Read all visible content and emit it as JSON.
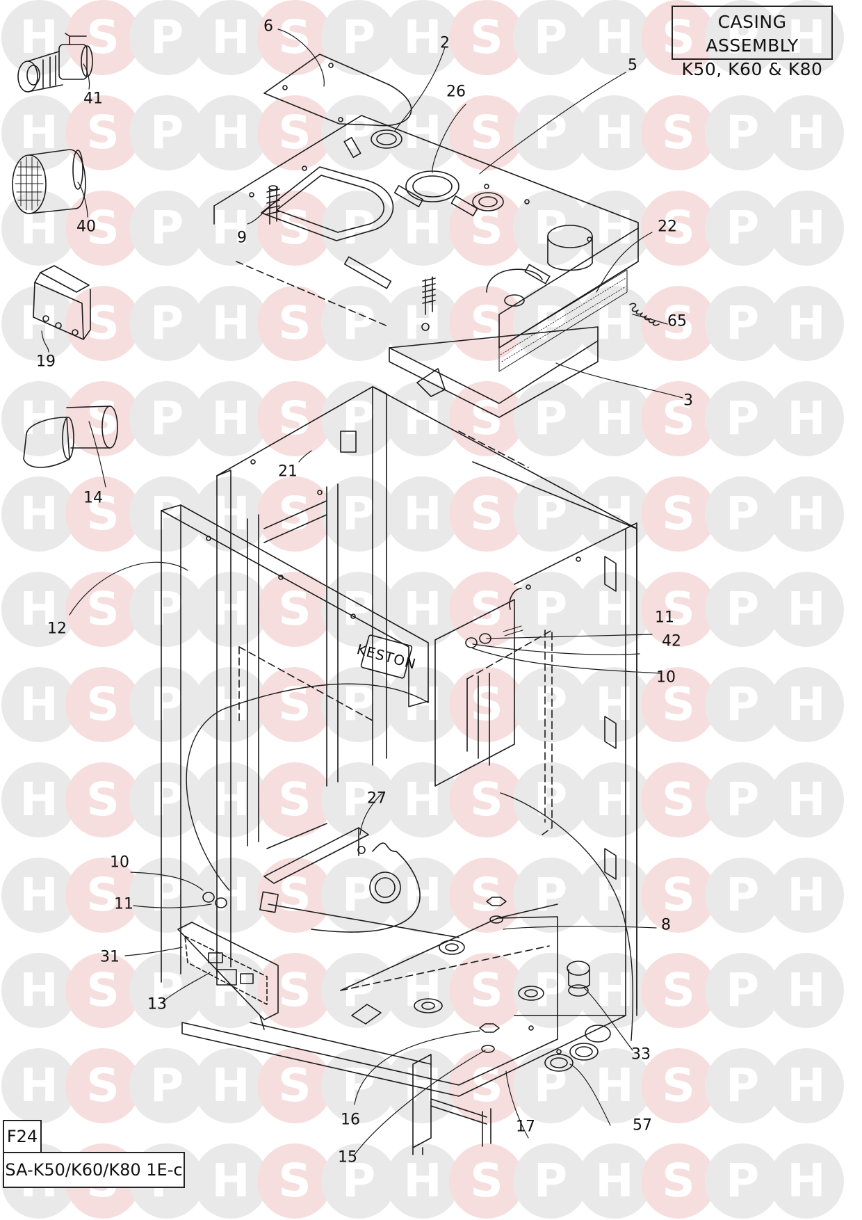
{
  "title": {
    "line1": "CASING ASSEMBLY",
    "line2": "K50, K60 & K80"
  },
  "figure_ref": "F24",
  "drawing_code": "SA-K50/K60/K80 1E-c",
  "keston_badge": "KESTON",
  "watermark": {
    "letters": [
      "H",
      "S",
      "P"
    ],
    "colors": {
      "grey": "#e9e9e9",
      "pink": "#f6dede"
    }
  },
  "part_labels": {
    "p41": "41",
    "p40": "40",
    "p19": "19",
    "p14": "14",
    "p6": "6",
    "p2": "2",
    "p26": "26",
    "p5": "5",
    "p9": "9",
    "p22": "22",
    "p65": "65",
    "p3": "3",
    "p21": "21",
    "p12": "12",
    "p11a": "11",
    "p42": "42",
    "p10a": "10",
    "p27": "27",
    "p10b": "10",
    "p11b": "11",
    "p31": "31",
    "p13": "13",
    "p8": "8",
    "p33": "33",
    "p16": "16",
    "p15": "15",
    "p17": "17",
    "p57": "57"
  }
}
